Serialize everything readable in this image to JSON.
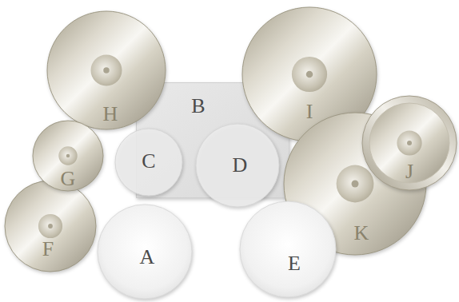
{
  "diagram": {
    "nodes": [
      {
        "text": [
          "H"
        ]
      },
      {
        "text": [
          "B"
        ]
      },
      {
        "text": [
          "I"
        ]
      },
      {
        "text": [
          "J"
        ]
      },
      {
        "text": [
          "G"
        ]
      },
      {
        "text": [
          "C"
        ]
      },
      {
        "text": [
          "D"
        ]
      },
      {
        "text": [
          "K"
        ]
      },
      {
        "text": [
          "F"
        ]
      },
      {
        "text": [
          "A"
        ]
      },
      {
        "text": [
          "E"
        ]
      }
    ]
  }
}
